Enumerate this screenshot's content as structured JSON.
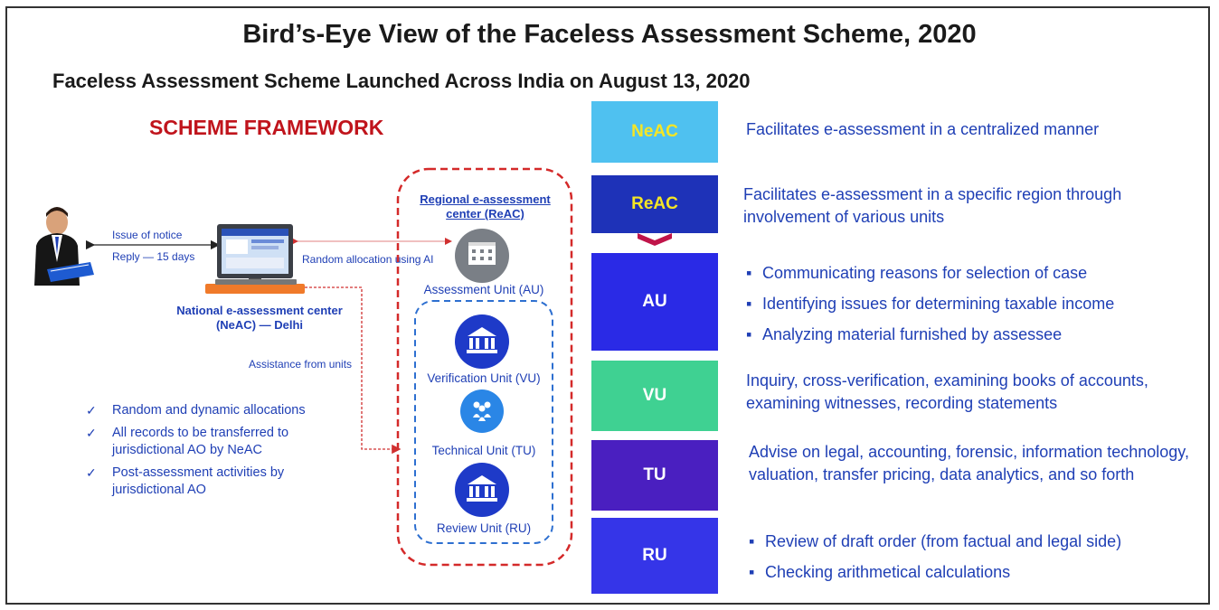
{
  "title": "Bird’s-Eye View of the Faceless Assessment Scheme, 2020",
  "subtitle": "Faceless Assessment Scheme Launched Across India on August 13, 2020",
  "framework_heading": "SCHEME FRAMEWORK",
  "diagram": {
    "issue_notice": "Issue of notice",
    "reply": "Reply — 15 days",
    "random_allocation": "Random allocation using AI",
    "assistance": "Assistance from units",
    "neac_label": "National e-assessment center (NeAC) — Delhi",
    "reac_title": "Regional e-assessment center (ReAC)",
    "units": {
      "au": "Assessment Unit (AU)",
      "vu": "Verification Unit (VU)",
      "tu": "Technical Unit (TU)",
      "ru": "Review Unit (RU)"
    }
  },
  "bullets": [
    "Random and dynamic allocations",
    "All records to be transferred to jurisdictional AO by NeAC",
    "Post-assessment activities by jurisdictional AO"
  ],
  "boxes": [
    {
      "label": "NeAC",
      "color": "#4fc1f0",
      "text_color": "#f5e625"
    },
    {
      "label": "ReAC",
      "color": "#1e32b8",
      "text_color": "#f5e625"
    },
    {
      "label": "AU",
      "color": "#2a2ae6",
      "text_color": "#ffffff"
    },
    {
      "label": "VU",
      "color": "#3fd192",
      "text_color": "#ffffff"
    },
    {
      "label": "TU",
      "color": "#4a1fc0",
      "text_color": "#ffffff"
    },
    {
      "label": "RU",
      "color": "#3535e8",
      "text_color": "#ffffff"
    }
  ],
  "descriptions": {
    "neac": "Facilitates e-assessment in a centralized manner",
    "reac": "Facilitates e-assessment in a specific region through involvement of various units",
    "au": [
      "Communicating reasons for selection of case",
      "Identifying issues for determining taxable income",
      "Analyzing material furnished by assessee"
    ],
    "vu": "Inquiry, cross-verification, examining books of accounts, examining witnesses, recording statements",
    "tu": "Advise on legal, accounting, forensic, information technology, valuation, transfer pricing, data analytics, and so forth",
    "ru": [
      "Review of draft order (from factual and legal side)",
      "Checking arithmetical calculations"
    ]
  }
}
